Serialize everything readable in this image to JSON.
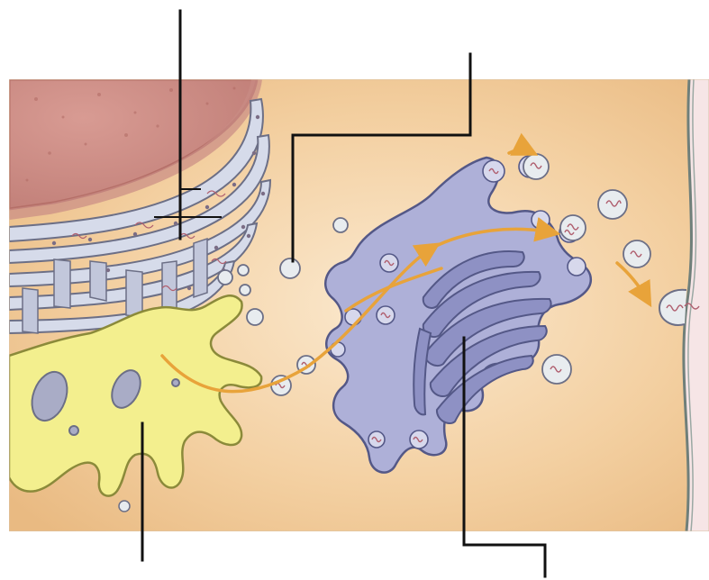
{
  "diagram": {
    "subject": "cell-secretory-pathway-illustration",
    "colors": {
      "page_background": "#ffffff",
      "cytoplasm": "#f3cfa0",
      "cytoplasm_light": "#f8e2c3",
      "nucleus": "#cf8e86",
      "nucleus_membrane": "#b56f68",
      "rough_er": "#d6dbea",
      "rough_er_edge": "#6c6f86",
      "smooth_er": "#f3ef8e",
      "smooth_er_edge": "#8b8a3a",
      "golgi": "#aeb0d8",
      "golgi_dark": "#7d80b6",
      "vesicle": "#e8ecef",
      "protein": "#b06070",
      "transport_arrow": "#e8a33a",
      "cell_membrane": "#6f7f7a",
      "outside_cell": "#f6e5e6",
      "leader_line": "#111111"
    },
    "leader_lines": [
      {
        "name": "leader-line-rough-er"
      },
      {
        "name": "leader-line-transport-vesicle"
      },
      {
        "name": "leader-line-smooth-er"
      },
      {
        "name": "leader-line-golgi"
      }
    ]
  }
}
